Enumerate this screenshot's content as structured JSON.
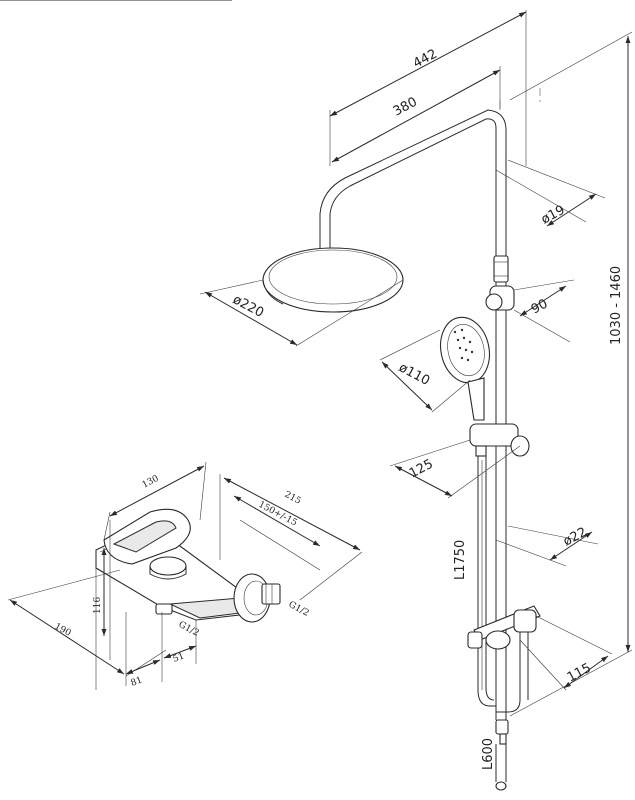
{
  "dimensions": {
    "d442": "442",
    "d380": "380",
    "d19": "ø19",
    "d1030": "1030 - 1460",
    "d220": "ø220",
    "d90": "90",
    "d110": "ø110",
    "d125": "125",
    "d22": "ø22",
    "d1750": "L1750",
    "d115": "115",
    "d600": "L600",
    "d130": "130",
    "d215": "215",
    "d150": "150+/-15",
    "d116": "116",
    "d190": "190",
    "g12a": "G1/2",
    "g12b": "G1/2",
    "d81": "81",
    "d51": "51"
  }
}
